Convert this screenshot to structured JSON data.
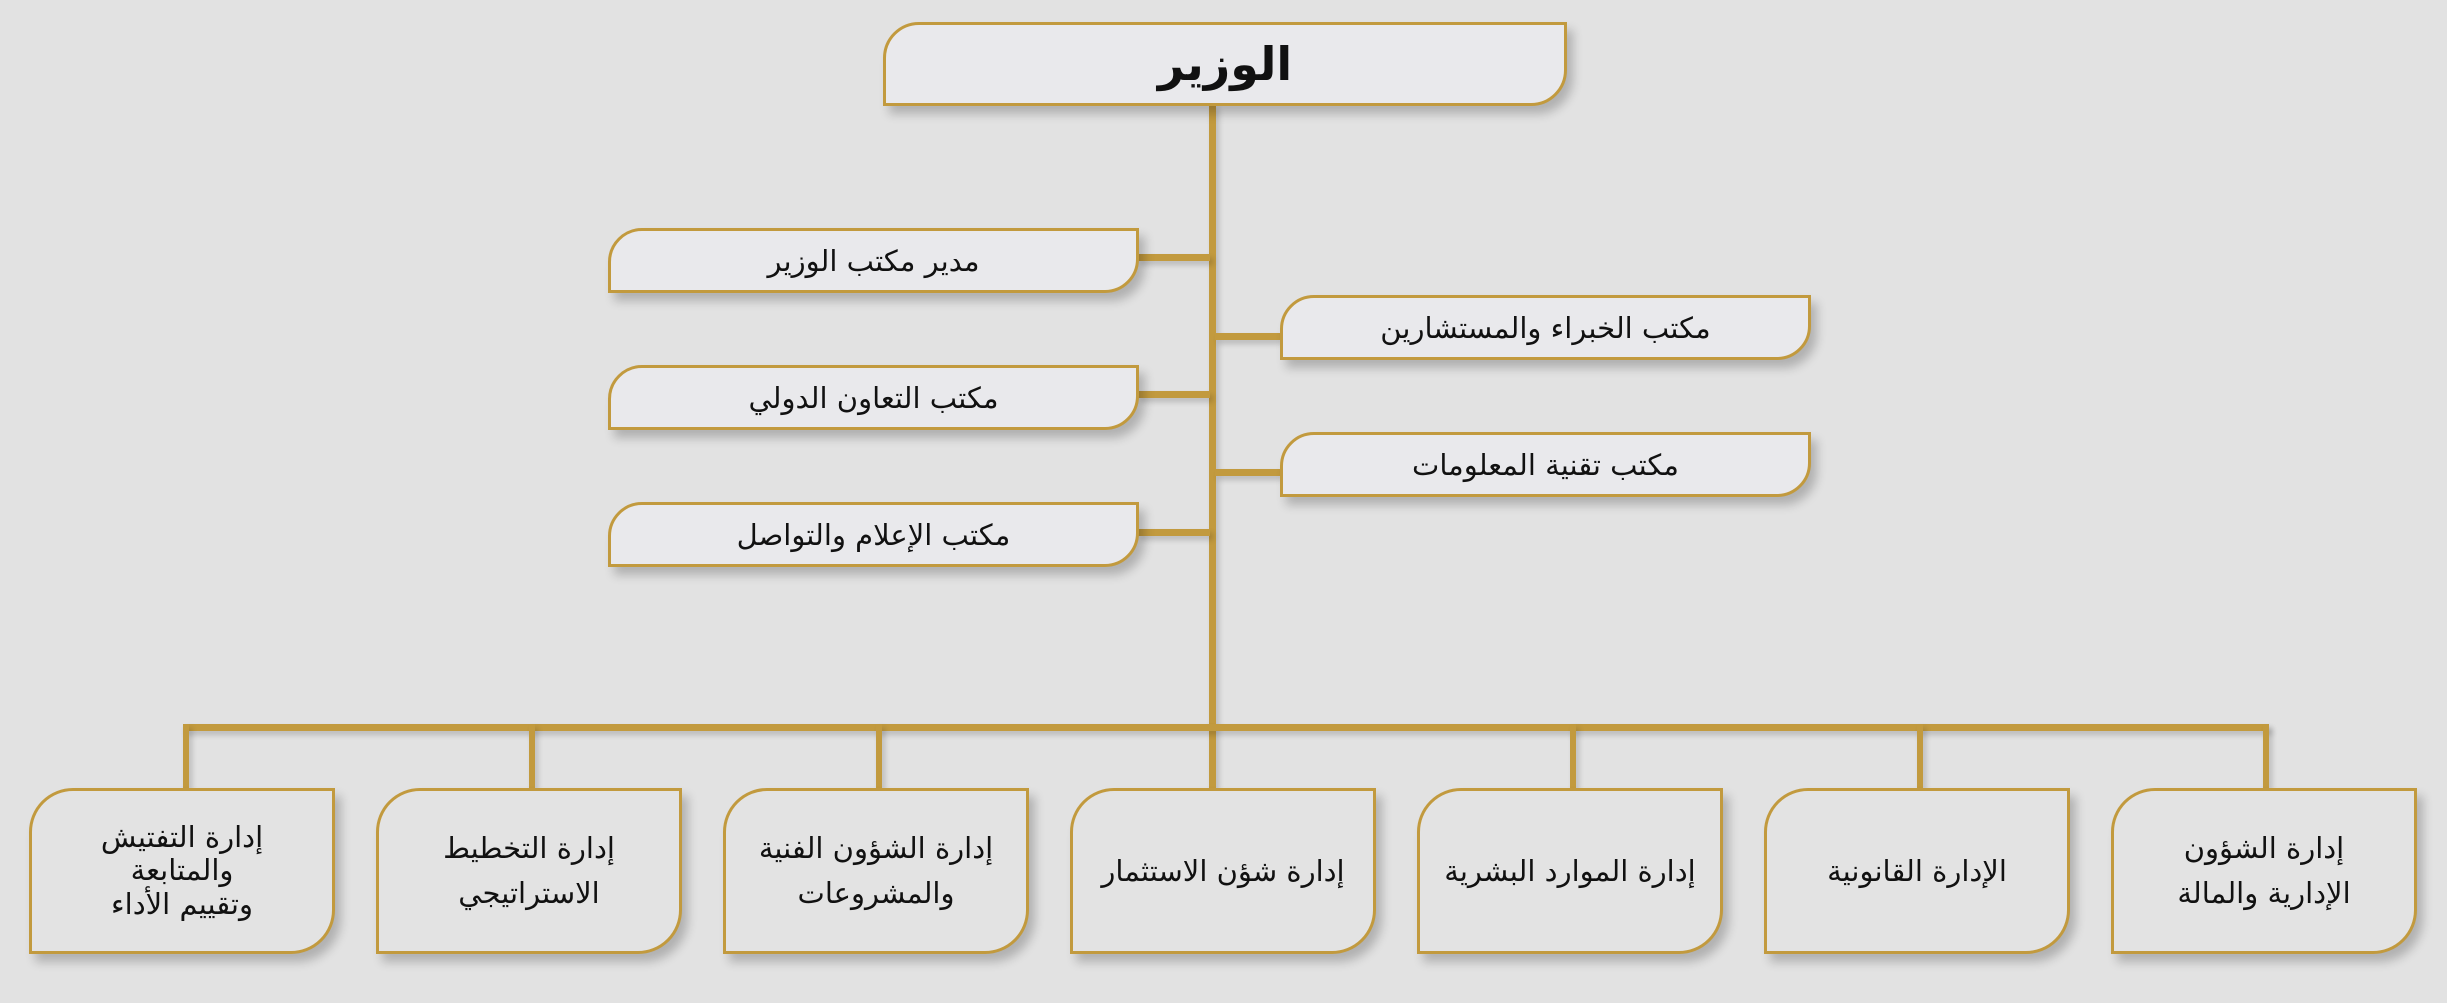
{
  "title": "الوزير",
  "side_offices_left": [
    {
      "label": "مدير مكتب الوزير"
    },
    {
      "label": "مكتب التعاون الدولي"
    },
    {
      "label": "مكتب الإعلام والتواصل"
    }
  ],
  "side_offices_right": [
    {
      "label": "مكتب الخبراء والمستشارين"
    },
    {
      "label": "مكتب تقنية المعلومات"
    }
  ],
  "departments": [
    {
      "label": "إدارة الشؤون\nالإدارية والمالة"
    },
    {
      "label": "الإدارة القانونية"
    },
    {
      "label": "إدارة الموارد البشرية"
    },
    {
      "label": "إدارة شؤن الاستثمار"
    },
    {
      "label": "إدارة الشؤون الفنية\nوالمشروعات"
    },
    {
      "label": "إدارة التخطيط\nالاستراتيجي"
    },
    {
      "label": "إدارة التفتيش\nوالمتابعة\nوتقييم الأداء"
    }
  ],
  "colors": {
    "background": "#e2e2e2",
    "connector": "#c29a3e",
    "box_fill": "#e9e9ec",
    "department_fill": "#e3e3e3",
    "text": "#111111"
  }
}
